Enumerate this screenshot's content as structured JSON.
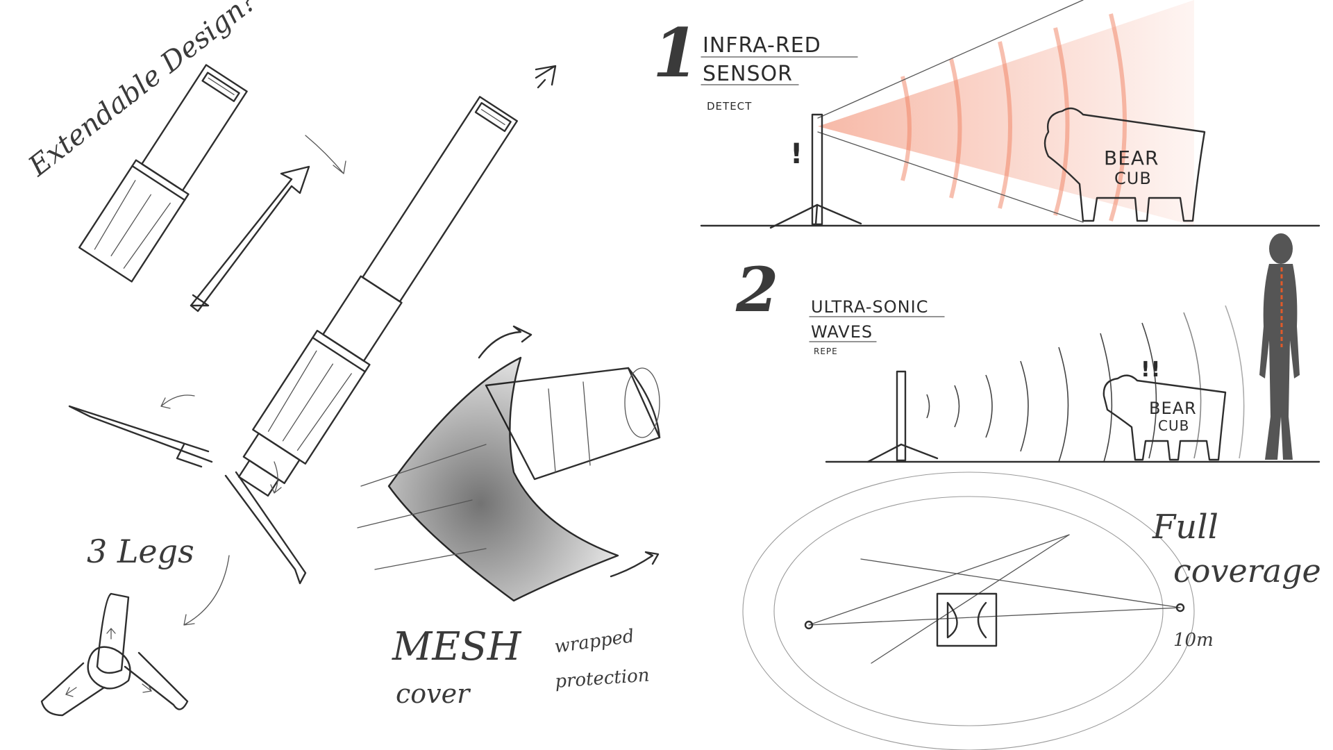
{
  "left": {
    "extendable_label": "Extendable Design?",
    "legs_label": "3 Legs",
    "mesh_label": "MESH",
    "cover_label": "cover",
    "wrapped_label": "wrapped",
    "protection_label": "protection"
  },
  "panel1": {
    "number": "1",
    "title_line1": "INFRA-RED",
    "title_line2": "SENSOR",
    "subtitle": "DETECT",
    "alert": "!",
    "subject_line1": "BEAR",
    "subject_line2": "CUB",
    "beam_color": "#f08060"
  },
  "panel2": {
    "number": "2",
    "title_line1": "ULTRA-SONIC",
    "title_line2": "WAVES",
    "subtitle": "REPE",
    "alert": "!!",
    "subject_line1": "BEAR",
    "subject_line2": "CUB",
    "person_color": "#555555",
    "accent_color": "#e05a2a"
  },
  "panel3": {
    "title_line1": "Full",
    "title_line2": "coverage",
    "distance": "10m"
  }
}
